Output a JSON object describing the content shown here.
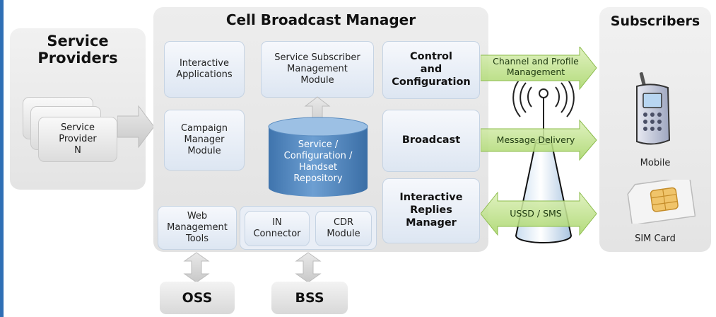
{
  "service_providers": {
    "title_line1": "Service",
    "title_line2": "Providers",
    "card_line1": "Service",
    "card_line2": "Provider",
    "card_line3": "N"
  },
  "cbm": {
    "title": "Cell Broadcast Manager",
    "interactive_apps_line1": "Interactive",
    "interactive_apps_line2": "Applications",
    "ssm_line1": "Service Subscriber",
    "ssm_line2": "Management",
    "ssm_line3": "Module",
    "control_line1": "Control",
    "control_line2": "and",
    "control_line3": "Configuration",
    "campaign_line1": "Campaign",
    "campaign_line2": "Manager",
    "campaign_line3": "Module",
    "repo_line1": "Service /",
    "repo_line2": "Configuration /",
    "repo_line3": "Handset",
    "repo_line4": "Repository",
    "broadcast": "Broadcast",
    "replies_line1": "Interactive",
    "replies_line2": "Replies",
    "replies_line3": "Manager",
    "web_line1": "Web",
    "web_line2": "Management",
    "web_line3": "Tools",
    "in_line1": "IN",
    "in_line2": "Connector",
    "cdr_line1": "CDR",
    "cdr_line2": "Module"
  },
  "links": {
    "channel_line1": "Channel and Profile",
    "channel_line2": "Management",
    "delivery": "Message Delivery",
    "ussd": "USSD / SMS"
  },
  "subscribers": {
    "title": "Subscribers",
    "mobile": "Mobile",
    "sim": "SIM Card"
  },
  "bottom": {
    "oss": "OSS",
    "bss": "BSS"
  },
  "colors": {
    "module_fill": "#dde6f2",
    "module_border": "#c5d3e3",
    "repository": "#5b8fc4",
    "green_arrow": "#b6dd7a",
    "accent_edge": "#2f6fb5"
  }
}
